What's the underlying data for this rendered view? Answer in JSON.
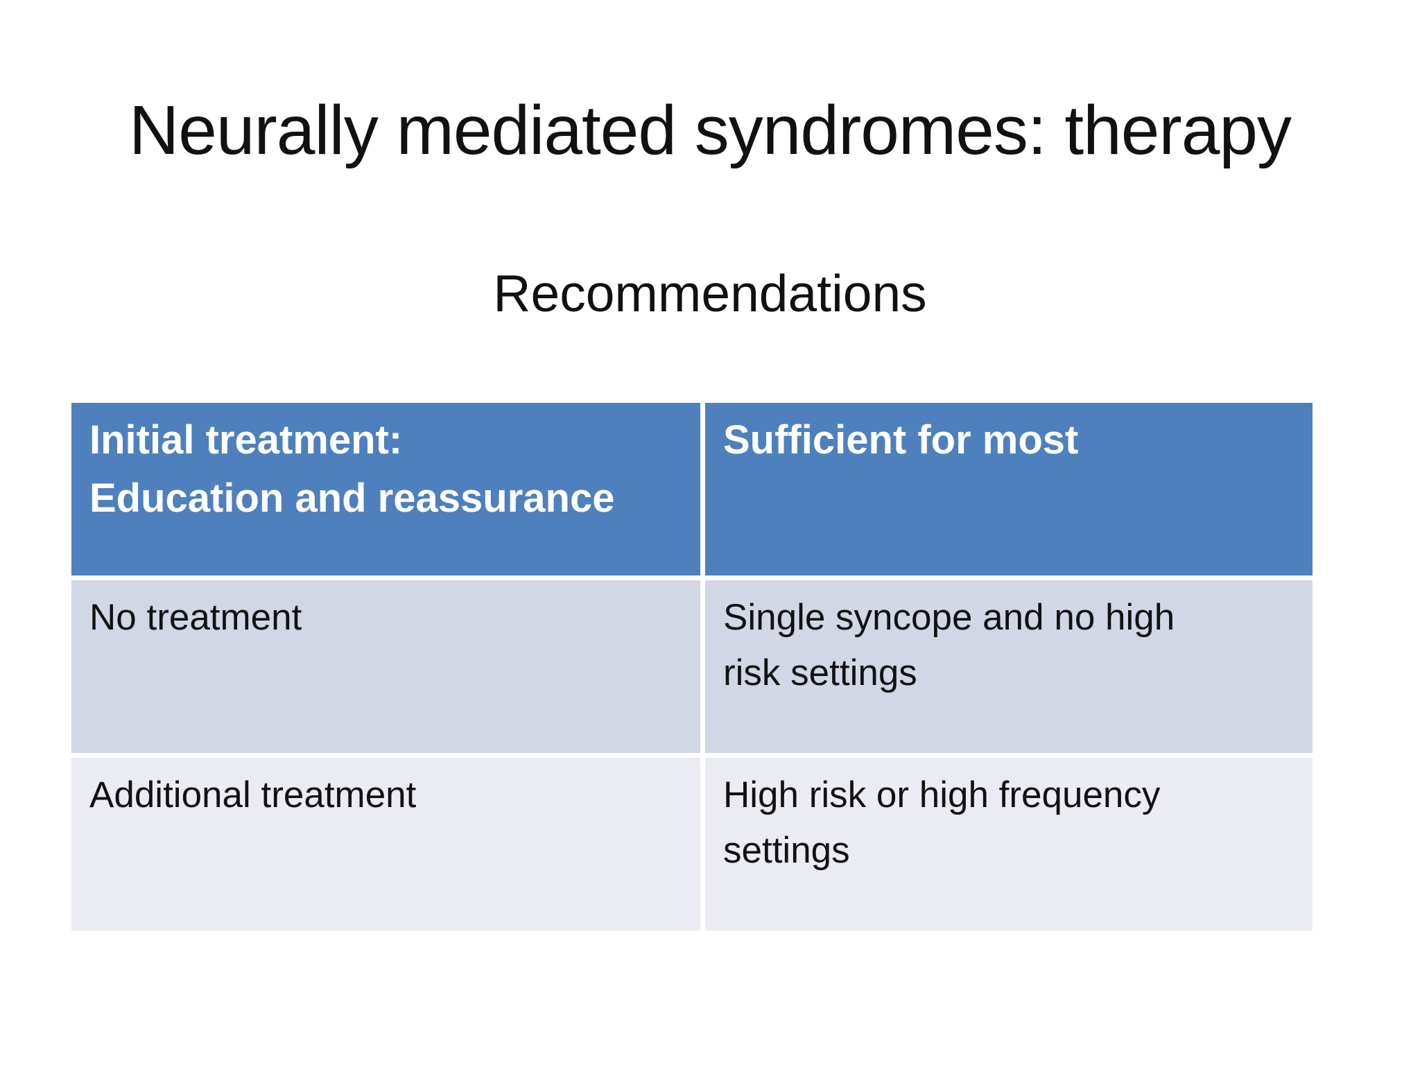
{
  "slide": {
    "title": "Neurally mediated syndromes: therapy",
    "subtitle": "Recommendations"
  },
  "table": {
    "header": {
      "col1": "Initial treatment:\nEducation and reassurance",
      "col2": "Sufficient for most"
    },
    "rows": [
      {
        "col1": "No treatment",
        "col2": "Single syncope and no high\nrisk settings"
      },
      {
        "col1": "Additional treatment",
        "col2": "High risk or high frequency\nsettings"
      }
    ]
  },
  "colors": {
    "slide_bg": "#FFFFFF",
    "header_bg": "#4E80BE",
    "header_text": "#FFFFFF",
    "band1_bg": "#D2D7E6",
    "band2_bg": "#EAEBF3",
    "body_text": "#111111"
  }
}
